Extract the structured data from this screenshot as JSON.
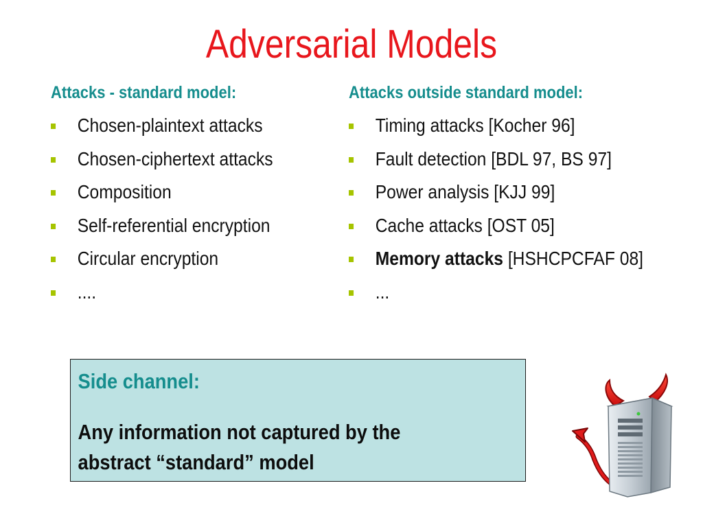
{
  "title": "Adversarial Models",
  "left_column": {
    "heading": "Attacks - standard model:",
    "items": [
      {
        "text": "Chosen-plaintext attacks"
      },
      {
        "text": "Chosen-ciphertext attacks"
      },
      {
        "text": "Composition"
      },
      {
        "text": "Self-referential encryption"
      },
      {
        "text": "Circular encryption"
      },
      {
        "text": "...."
      }
    ]
  },
  "right_column": {
    "heading": "Attacks outside standard model:",
    "items": [
      {
        "text": "Timing attacks [Kocher 96]"
      },
      {
        "text": "Fault detection [BDL 97, BS 97]"
      },
      {
        "text": "Power analysis [KJJ 99]"
      },
      {
        "text": "Cache attacks [OST 05]"
      },
      {
        "bold": "Memory attacks",
        "rest": " [HSHCPCFAF 08]"
      },
      {
        "text": "..."
      }
    ]
  },
  "side_channel": {
    "heading": "Side channel:",
    "line1": "Any information not captured by the",
    "line2": "abstract “standard” model"
  },
  "illustration": {
    "icon": "devil-server-icon"
  },
  "colors": {
    "title": "#e8161c",
    "heading": "#158d8d",
    "bullet": "#a6c400",
    "box_background": "#bde2e3"
  }
}
